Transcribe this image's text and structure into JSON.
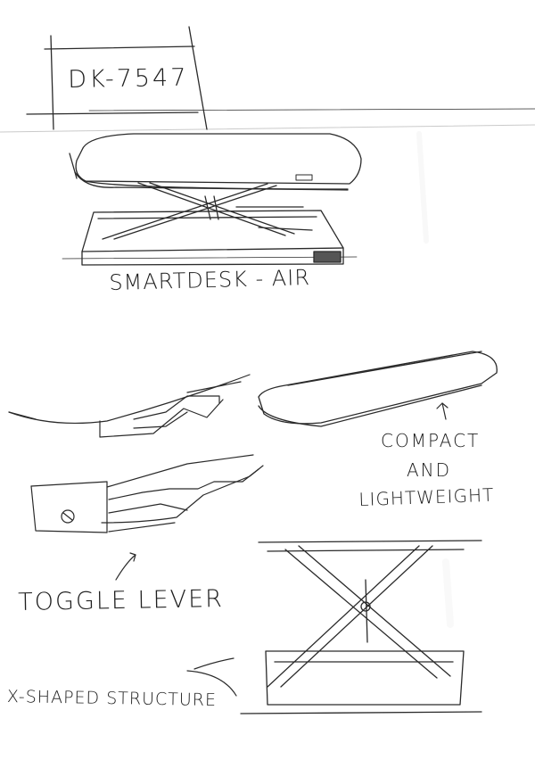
{
  "sketch": {
    "model_code": "DK-7547",
    "product_name": "SMARTDESK - AIR",
    "callouts": {
      "compact_line1": "COMPACT",
      "compact_line2": "AND",
      "compact_line3": "LIGHTWEIGHT",
      "toggle_lever": "TOGGLE LEVER",
      "x_structure": "X-SHAPED STRUCTURE"
    },
    "colors": {
      "paper": "#ffffff",
      "ink": "#2a2a2a",
      "pale_ink": "#dcdcdc"
    }
  }
}
